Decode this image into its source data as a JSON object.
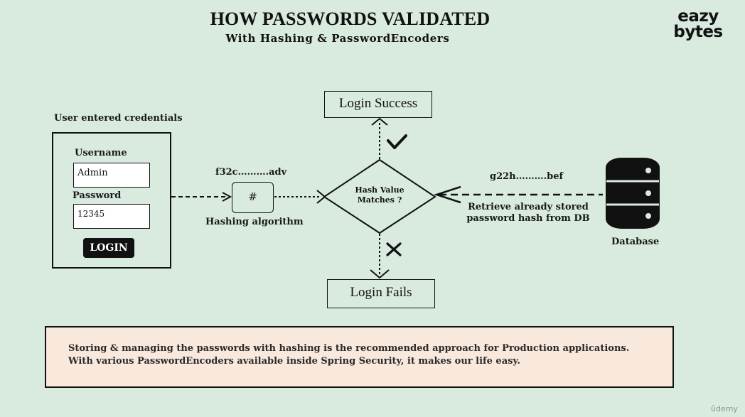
{
  "header": {
    "title": "HOW PASSWORDS VALIDATED",
    "subtitle": "With Hashing & PasswordEncoders",
    "brand_line1": "eazy",
    "brand_line2": "bytes"
  },
  "credentials": {
    "caption": "User entered credentials",
    "username_label": "Username",
    "username_value": "Admin",
    "password_label": "Password",
    "password_value": "12345",
    "login_button": "LOGIN"
  },
  "hashing": {
    "hash_value": "f32c……….adv",
    "symbol": "#",
    "label": "Hashing algorithm"
  },
  "decision": {
    "line1": "Hash Value",
    "line2": "Matches ?"
  },
  "outcomes": {
    "success": "Login Success",
    "fail": "Login Fails"
  },
  "database": {
    "stored_hash": "g22h……….bef",
    "retrieve_line1": "Retrieve already stored",
    "retrieve_line2": "password hash from DB",
    "label": "Database"
  },
  "note": {
    "text": "Storing & managing the passwords with hashing is the recommended approach for Production applications. With various PasswordEncoders available inside Spring Security, it makes our life easy."
  },
  "watermark": "ûdemy",
  "icons": {
    "success_mark": "checkmark-icon",
    "fail_mark": "cross-icon",
    "db": "database-icon"
  },
  "colors": {
    "background": "#d9eadf",
    "note_background": "#f9e8dc",
    "ink": "#111111"
  }
}
